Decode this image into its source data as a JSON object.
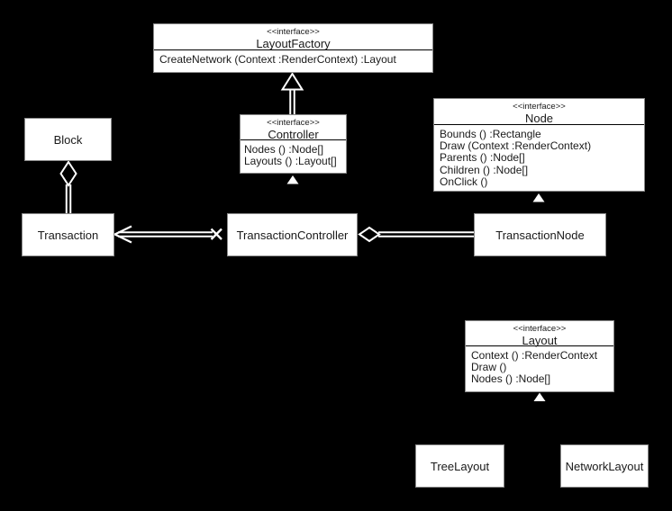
{
  "meta": {
    "background_color": "#000000",
    "box_fill_color": "#ffffff",
    "line_color": "#ffffff",
    "text_color": "#1a1a1a"
  },
  "classes": {
    "layout_factory": {
      "stereotype": "<<interface>>",
      "name": "LayoutFactory",
      "methods": [
        "CreateNetwork (Context :RenderContext) :Layout"
      ]
    },
    "controller": {
      "stereotype": "<<interface>>",
      "name": "Controller",
      "methods": [
        "Nodes () :Node[]",
        "Layouts () :Layout[]"
      ]
    },
    "node": {
      "stereotype": "<<interface>>",
      "name": "Node",
      "methods": [
        "Bounds () :Rectangle",
        "Draw (Context :RenderContext)",
        "Parents () :Node[]",
        "Children () :Node[]",
        "OnClick ()"
      ]
    },
    "layout": {
      "stereotype": "<<interface>>",
      "name": "Layout",
      "methods": [
        "Context () :RenderContext",
        "Draw ()",
        "Nodes () :Node[]"
      ]
    },
    "block": {
      "name": "Block"
    },
    "transaction": {
      "name": "Transaction"
    },
    "transaction_controller": {
      "name": "TransactionController"
    },
    "transaction_node": {
      "name": "TransactionNode"
    },
    "tree_layout": {
      "name": "TreeLayout"
    },
    "network_layout": {
      "name": "NetworkLayout"
    }
  },
  "relationships": [
    {
      "from": "Controller",
      "to": "LayoutFactory",
      "type": "generalization"
    },
    {
      "from": "Transaction",
      "to": "Block",
      "type": "aggregation"
    },
    {
      "from": "TransactionController",
      "to": "Transaction",
      "type": "directed-association-non-navigable"
    },
    {
      "from": "TransactionNode",
      "to": "TransactionController",
      "type": "aggregation"
    },
    {
      "from": "TransactionController",
      "to": "Controller",
      "type": "realization"
    },
    {
      "from": "TransactionNode",
      "to": "Node",
      "type": "realization"
    },
    {
      "from": "TreeLayout",
      "to": "Layout",
      "type": "realization"
    },
    {
      "from": "NetworkLayout",
      "to": "Layout",
      "type": "realization"
    }
  ]
}
